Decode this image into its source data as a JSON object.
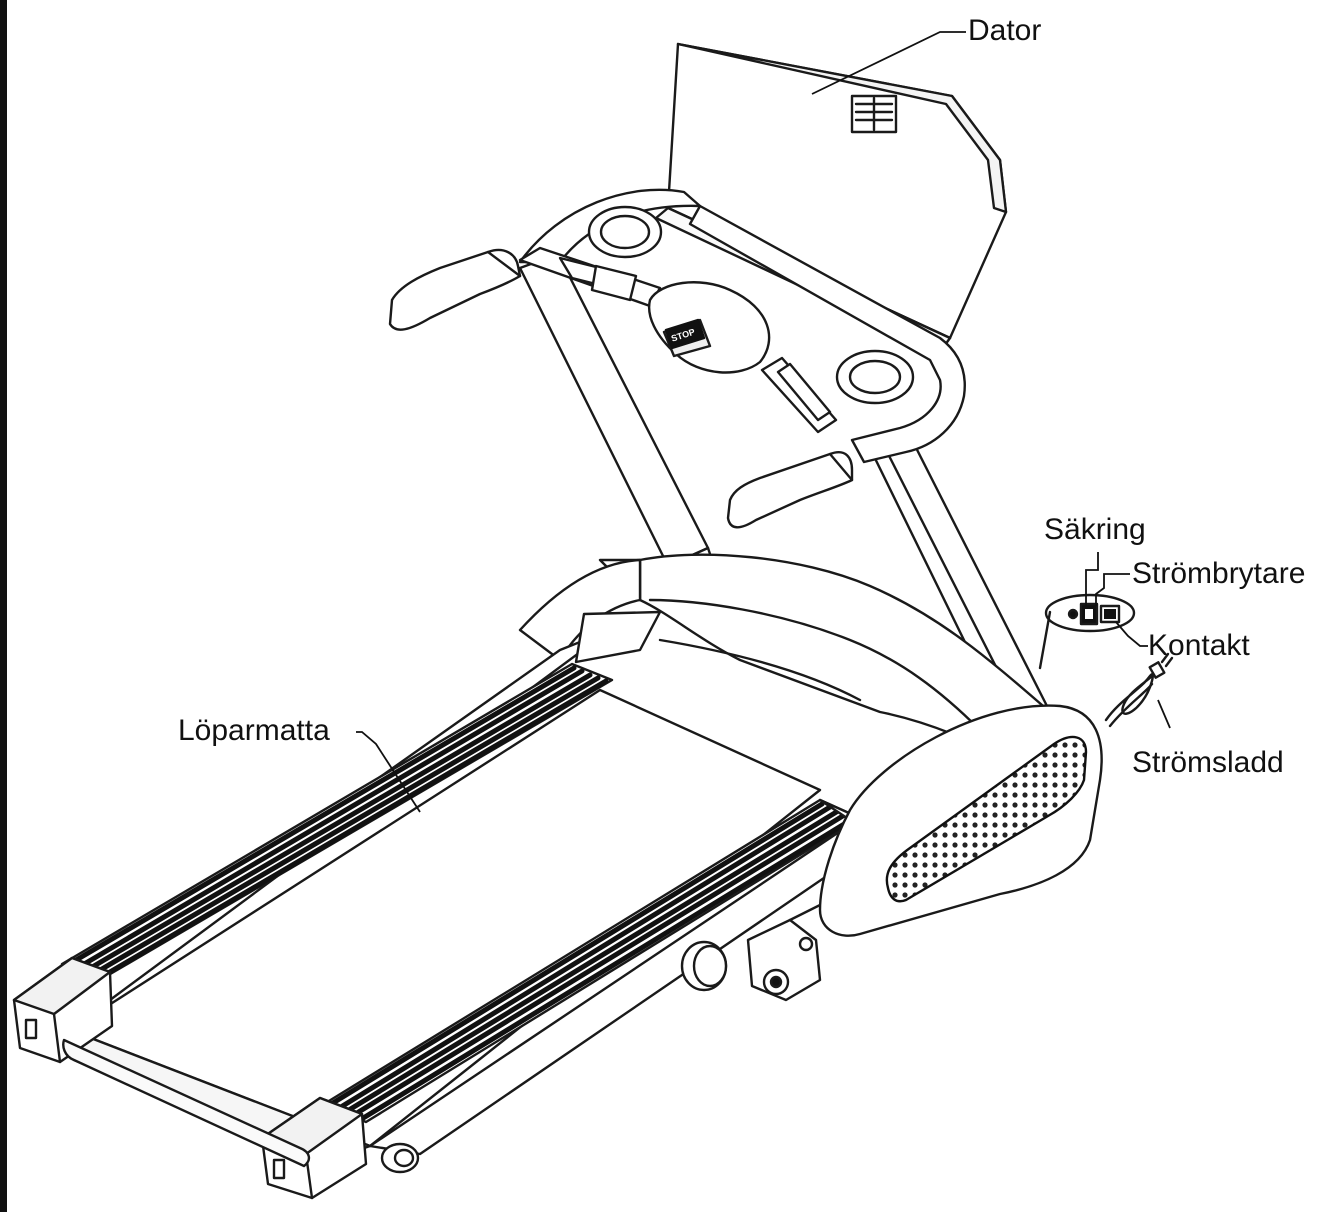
{
  "labels": {
    "computer": "Dator",
    "fuse": "Säkring",
    "power_switch": "Strömbrytare",
    "socket": "Kontakt",
    "running_belt": "Löparmatta",
    "power_cord": "Strömsladd"
  },
  "console": {
    "stop_button": "STOP"
  },
  "colors": {
    "line": "#1a1a1a",
    "fill": "#ffffff",
    "dark": "#111111",
    "grey": "#bdbdbd"
  }
}
